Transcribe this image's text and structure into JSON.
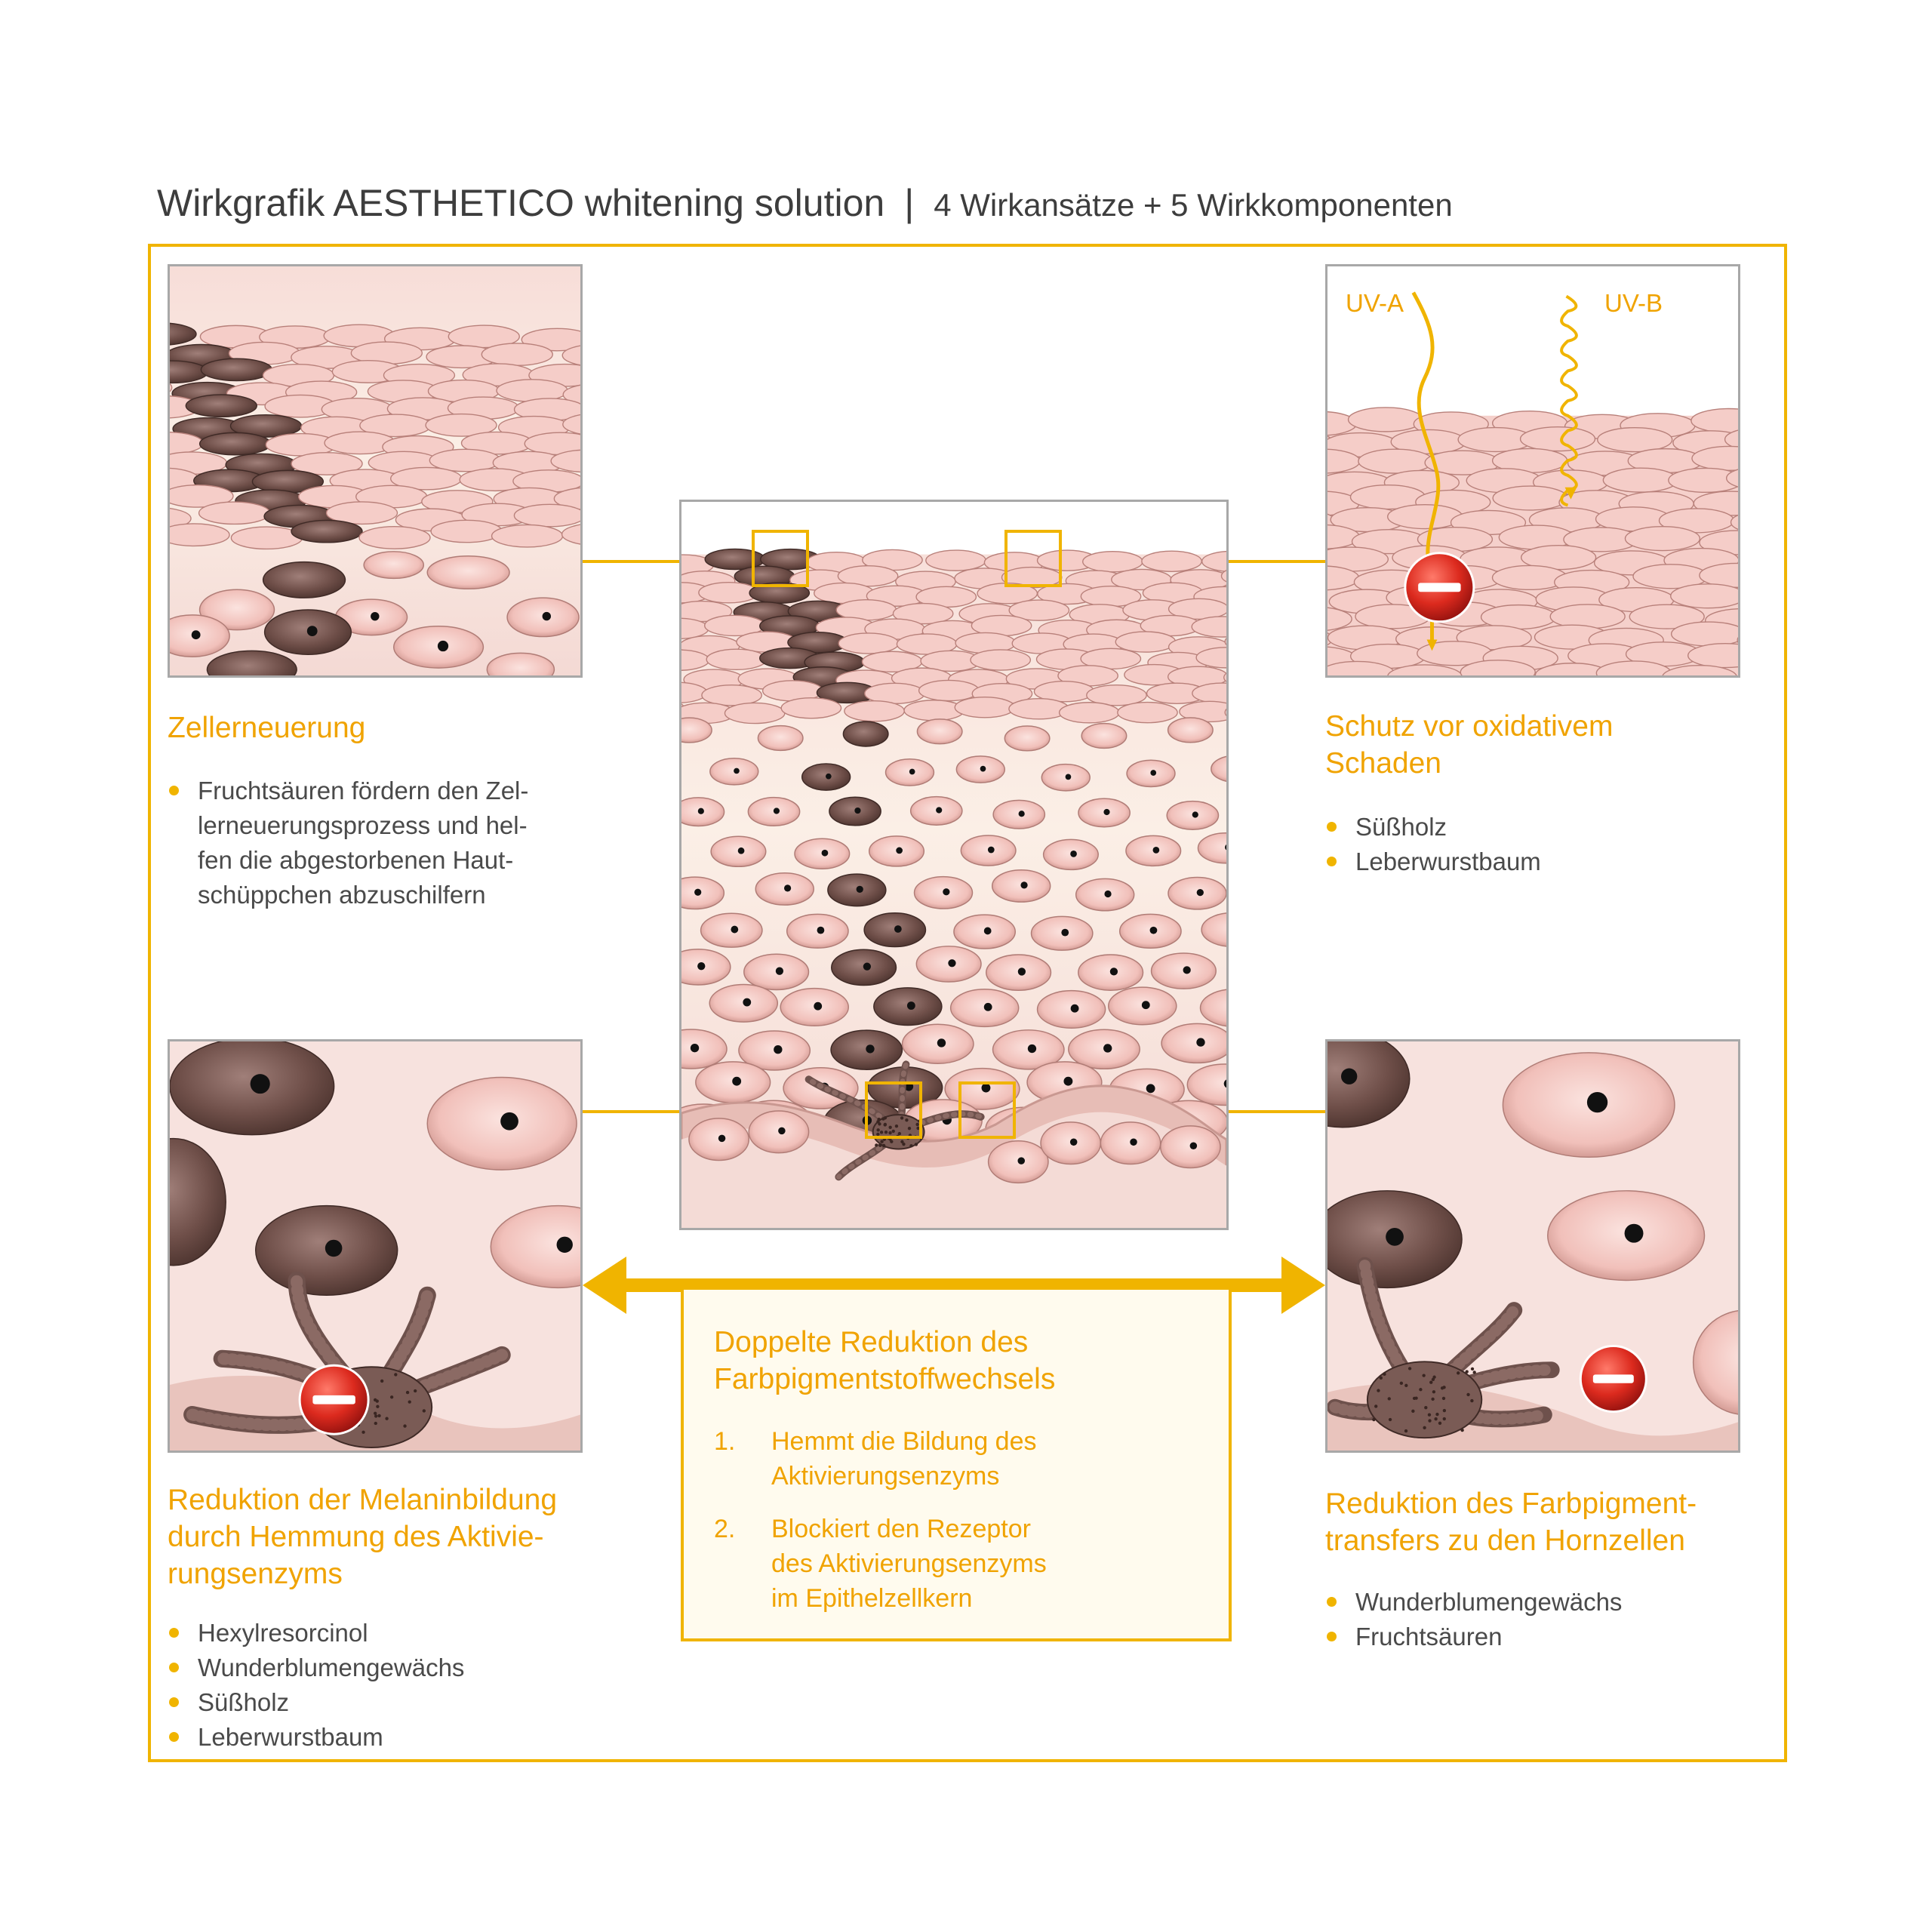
{
  "header": {
    "title": "Wirkgrafik AESTHETICO whitening solution",
    "separator": "|",
    "subtitle": "4 Wirkansätze + 5 Wirkkomponenten"
  },
  "colors": {
    "accent": "#f0b400",
    "heading_text": "#f0a300",
    "body_text": "#4a4a4a",
    "skin_cell": "#f3c4bf",
    "pigment_cell": "#6b4a45",
    "inhibitor_red": "#d8261c"
  },
  "sections": {
    "cell_renewal": {
      "heading": [
        "Zellerneuerung"
      ],
      "bullets": [
        "Fruchtsäuren fördern den Zel-\nlerneuerungsprozess und hel-\nfen die abgestorbenen Haut-\nschüppchen abzuschilfern"
      ]
    },
    "oxidative_protection": {
      "heading": [
        "Schutz vor oxidativem",
        "Schaden"
      ],
      "bullets": [
        "Süßholz",
        "Leberwurstbaum"
      ],
      "uv_labels": [
        "UV-A",
        "UV-B"
      ]
    },
    "melanin_reduction": {
      "heading": [
        "Reduktion der Melaninbildung",
        "durch Hemmung des Aktivie-",
        "rungsenzyms"
      ],
      "bullets": [
        "Hexylresorcinol",
        "Wunderblumengewächs",
        "Süßholz",
        "Leberwurstbaum"
      ]
    },
    "pigment_transfer": {
      "heading": [
        "Reduktion des Farbpigment-",
        "transfers zu den Hornzellen"
      ],
      "bullets": [
        "Wunderblumengewächs",
        "Fruchtsäuren"
      ]
    },
    "double_reduction": {
      "heading": [
        "Doppelte Reduktion des",
        "Farbpigmentstoffwechsels"
      ],
      "steps": [
        {
          "num": "1.",
          "text": "Hemmt die Bildung des\nAktivierungsenzyms"
        },
        {
          "num": "2.",
          "text": "Blockiert den Rezeptor\ndes Aktivierungsenzyms\nim Epithelzellkern"
        }
      ]
    }
  },
  "icons": {
    "inhibitor": "minus-circle-icon",
    "double_arrow": "double-arrow-icon",
    "bullet": "bullet-dot-icon"
  }
}
